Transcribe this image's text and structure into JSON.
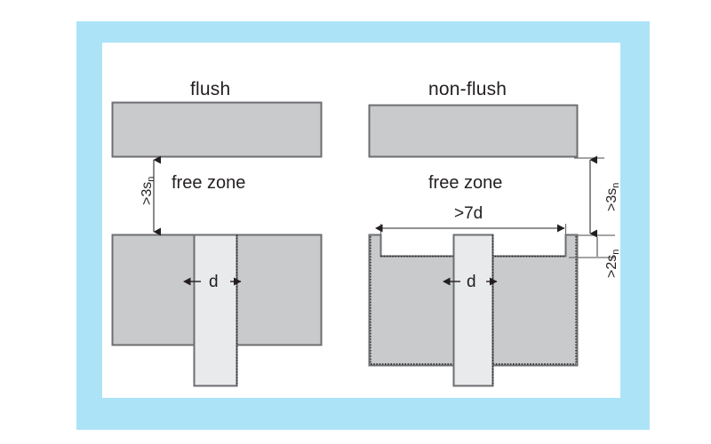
{
  "figure": {
    "kind": "mounting-clearance-diagram",
    "frame_color": "#ade3f7",
    "block_fill": "#c8cacb",
    "sensor_fill": "#e8eaeb",
    "outline_color": "#6d6e71",
    "ink_color": "#231f20"
  },
  "panels": [
    {
      "id": "flush",
      "title": "flush",
      "free_zone_label": "free zone",
      "diameter_label": "d",
      "vertical_clearance": {
        "prefix": ">3s",
        "subscript": "n"
      }
    },
    {
      "id": "non-flush",
      "title": "non-flush",
      "free_zone_label": "free zone",
      "diameter_label": "d",
      "vertical_clearance": {
        "prefix": ">3s",
        "subscript": "n"
      },
      "recess_depth": {
        "prefix": ">2s",
        "subscript": "n"
      },
      "recess_width": ">7d"
    }
  ]
}
